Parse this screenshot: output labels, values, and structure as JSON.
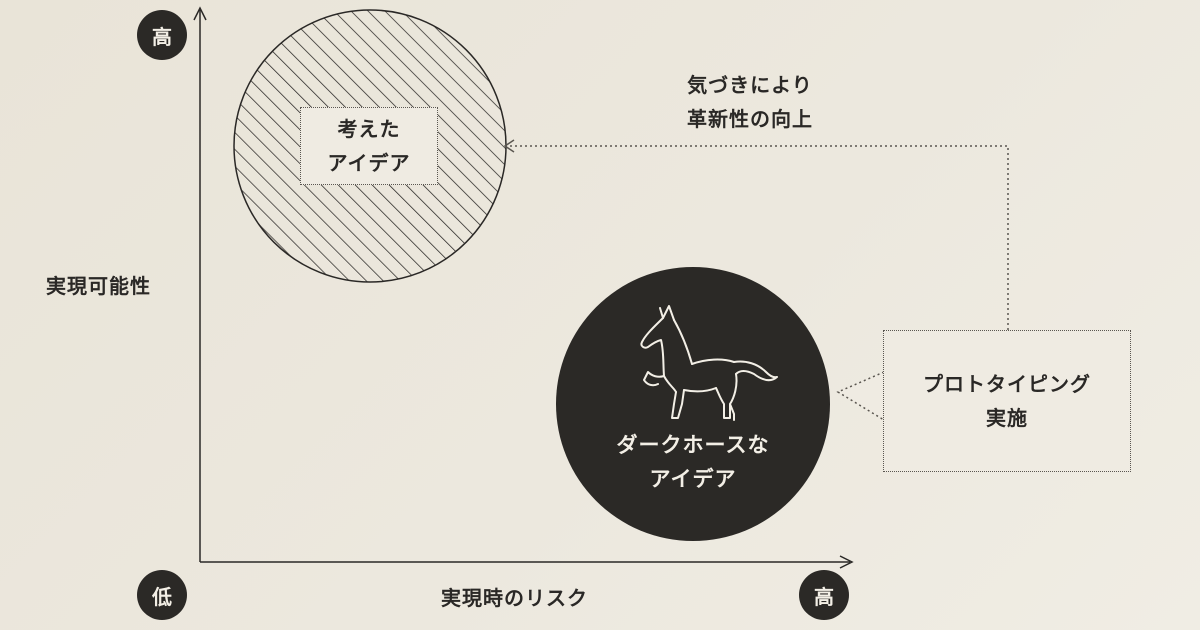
{
  "axes": {
    "y_label": "実現可能性",
    "x_label": "実現時のリスク",
    "y_high": "高",
    "origin_low": "低",
    "x_high": "高"
  },
  "idea_thought": {
    "line1": "考えた",
    "line2": "アイデア"
  },
  "dark_horse": {
    "line1": "ダークホースな",
    "line2": "アイデア"
  },
  "prototyping": {
    "line1": "プロトタイピング",
    "line2": "実施"
  },
  "insight": {
    "line1": "気づきにより",
    "line2": "革新性の向上"
  },
  "colors": {
    "background": "#ece8de",
    "dark": "#2b2926",
    "light_text": "#f3efe6",
    "line": "#2a2826"
  }
}
